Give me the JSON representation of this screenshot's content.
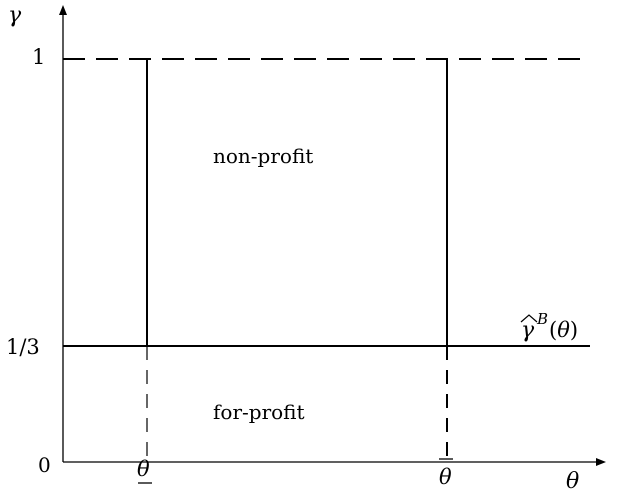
{
  "axes": {
    "y_label": "γ",
    "x_label": "θ",
    "origin_label": "0"
  },
  "y_ticks": [
    {
      "label": "1",
      "value": 1
    },
    {
      "label": "1/3",
      "value": 0.3333
    }
  ],
  "x_ticks": [
    {
      "label": "θ",
      "decoration": "underline"
    },
    {
      "label": "θ",
      "decoration": "overline"
    }
  ],
  "regions": {
    "upper": "non-profit",
    "lower": "for-profit"
  },
  "curve_label": {
    "base": "γ",
    "accent": "ˆ",
    "superscript": "B",
    "argument": "(θ)"
  }
}
